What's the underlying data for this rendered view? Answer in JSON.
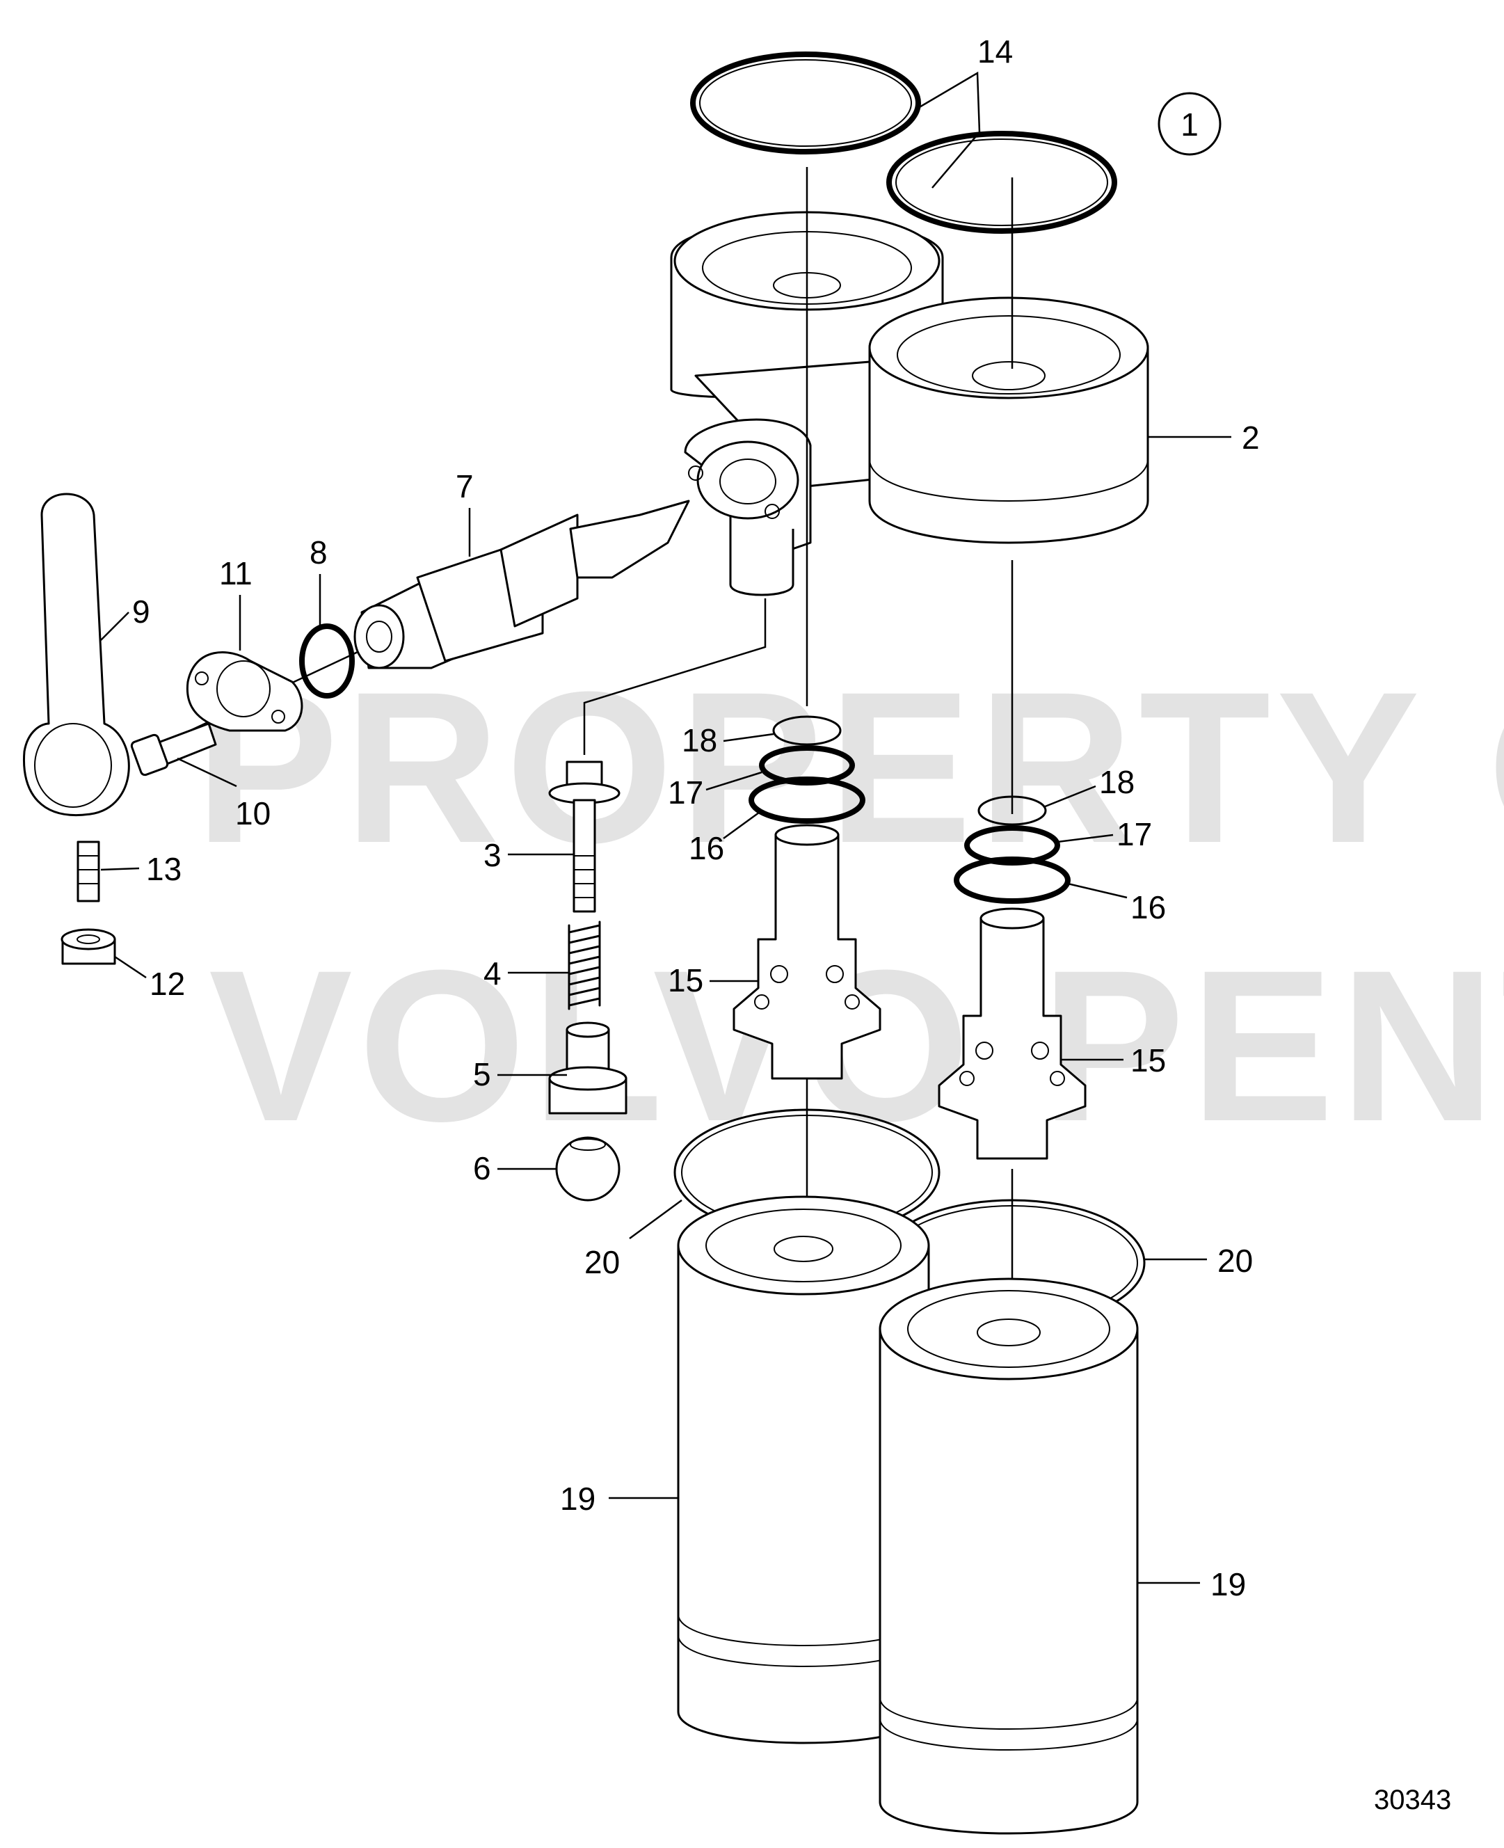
{
  "watermark": {
    "line1": "PROPERTY OF",
    "line2": "VOLVO PENTA"
  },
  "view_marker": "1",
  "figure_number": "30343",
  "callouts": {
    "c1": "2",
    "c2": "3",
    "c3": "4",
    "c4": "5",
    "c5": "6",
    "c6": "7",
    "c7": "8",
    "c8": "9",
    "c9": "10",
    "c10": "11",
    "c11": "12",
    "c12": "13",
    "c13": "14",
    "c14": "15",
    "c15": "15",
    "c16": "16",
    "c17": "16",
    "c18": "17",
    "c19": "17",
    "c20": "18",
    "c21": "18",
    "c22": "19",
    "c23": "19",
    "c24": "20",
    "c25": "20"
  }
}
